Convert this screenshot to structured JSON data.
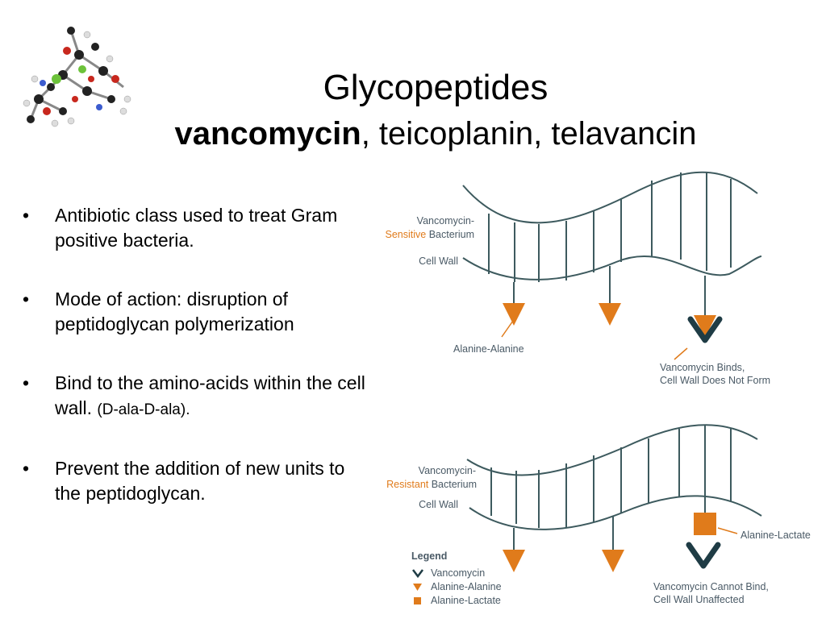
{
  "title": {
    "line1": "Glycopeptides",
    "line2_bold": "vancomycin",
    "line2_rest": ", teicoplanin, telavancin"
  },
  "bullets": [
    {
      "text": "Antibiotic class used to treat Gram positive bacteria.",
      "note": ""
    },
    {
      "text": "Mode of action: disruption of peptidoglycan polymerization",
      "note": ""
    },
    {
      "text": "Bind to the amino-acids within the cell wall. ",
      "note": "(D-ala-D-ala)."
    },
    {
      "text": "Prevent the addition of new units to the peptidoglycan.",
      "note": ""
    }
  ],
  "bullet_symbol": "•",
  "diagram": {
    "sensitive": {
      "label_line1": "Vancomycin-",
      "label_word": "Sensitive",
      "label_line2_rest": " Bacterium",
      "cell_wall": "Cell Wall",
      "ala_ala": "Alanine-Alanine",
      "binds_line1": "Vancomycin Binds,",
      "binds_line2": "Cell Wall Does Not Form"
    },
    "resistant": {
      "label_line1": "Vancomycin-",
      "label_word": "Resistant",
      "label_line2_rest": " Bacterium",
      "cell_wall": "Cell Wall",
      "ala_lac": "Alanine-Lactate",
      "cannot_line1": "Vancomycin Cannot Bind,",
      "cannot_line2": "Cell Wall Unaffected"
    },
    "legend": {
      "title": "Legend",
      "items": [
        "Vancomycin",
        "Alanine-Alanine",
        "Alanine-Lactate"
      ]
    },
    "colors": {
      "wall": "#3d5a5e",
      "orange": "#e07b1b",
      "text": "#4a5a66"
    }
  }
}
